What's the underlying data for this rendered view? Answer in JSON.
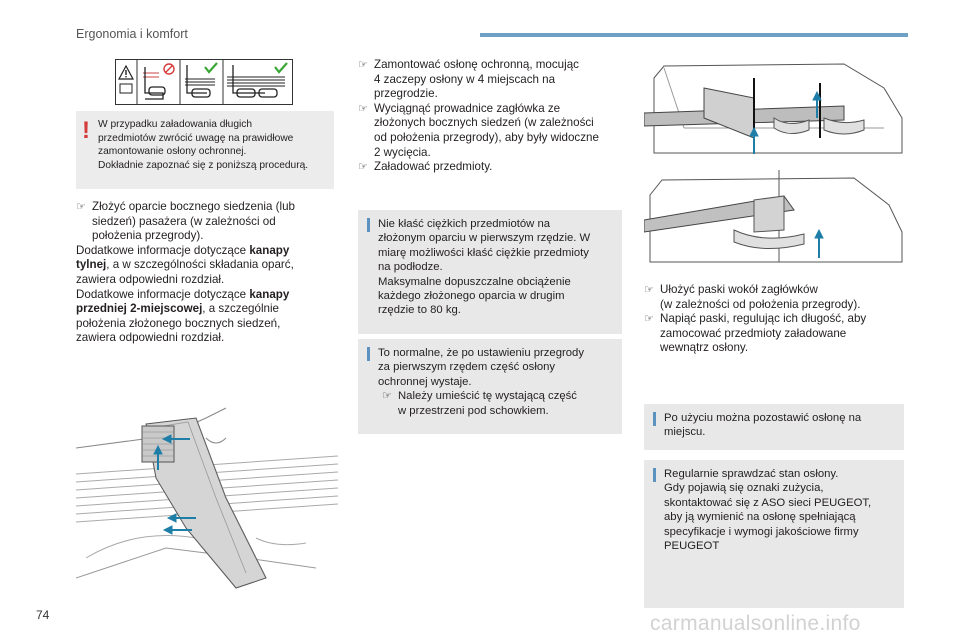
{
  "header": {
    "section_title": "Ergonomia i komfort"
  },
  "page_number": "74",
  "watermark": "carmanualsonline.info",
  "warning_note": {
    "lines": [
      "W przypadku załadowania długich",
      "przedmiotów zwrócić uwagę na prawidłowe",
      "zamontowanie osłony ochronnej.",
      "Dokładnie zapoznać się z poniższą procedurą."
    ]
  },
  "left_column": {
    "step1": [
      "Złożyć oparcie bocznego siedzenia (lub",
      "siedzeń) pasażera (w zależności od",
      "położenia przegrody)."
    ],
    "para1_prefix": "Dodatkowe informacje dotyczące ",
    "para1_bold": "kanapy",
    "para1_bold2": "tylnej",
    "para1_rest": ", a w szczególności składania oparć,",
    "para1_line3": "zawiera odpowiedni rozdział.",
    "para2_prefix": "Dodatkowe informacje dotyczące ",
    "para2_bold": "kanapy",
    "para2_bold2": "przedniej 2-miejscowej",
    "para2_rest": ", a szczególnie",
    "para2_line3": "położenia złożonego bocznych siedzeń,",
    "para2_line4": "zawiera odpowiedni rozdział."
  },
  "middle_column": {
    "step2": [
      "Zamontować osłonę ochronną, mocując",
      "4 zaczepy osłony w 4 miejscach na",
      "przegrodzie."
    ],
    "step3": [
      "Wyciągnąć prowadnice zagłówka ze",
      "złożonych bocznych siedzeń (w zależności",
      "od położenia przegrody), aby były widoczne",
      "2 wycięcia."
    ],
    "step4": [
      "Załadować przedmioty."
    ],
    "note1": [
      "Nie kłaść ciężkich przedmiotów na",
      "złożonym oparciu w pierwszym rzędzie. W",
      "miarę możliwości kłaść ciężkie przedmioty",
      "na podłodze.",
      "Maksymalne dopuszczalne obciążenie",
      "każdego złożonego oparcia w drugim",
      "rzędzie to 80 kg."
    ],
    "note2": [
      "To normalne, że po ustawieniu przegrody",
      "za pierwszym rzędem część osłony",
      "ochronnej wystaje."
    ],
    "note2_step": [
      "Należy umieścić tę wystającą część",
      "w przestrzeni pod schowkiem."
    ]
  },
  "right_column": {
    "step5": [
      "Ułożyć paski wokół zagłówków",
      "(w zależności od położenia przegrody)."
    ],
    "step6": [
      "Napiąć paski, regulując ich długość, aby",
      "zamocować przedmioty załadowane",
      "wewnątrz osłony."
    ],
    "note3": [
      "Po użyciu można pozostawić osłonę na",
      "miejscu."
    ],
    "note4": [
      "Regularnie sprawdzać stan osłony.",
      "Gdy pojawią się oznaki zużycia,",
      "skontaktować się z ASO sieci PEUGEOT,",
      "aby ją wymienić na osłonę spełniającą",
      "specyfikacje i wymogi jakościowe firmy",
      "PEUGEOT"
    ]
  },
  "bullet_glyph": "",
  "colors": {
    "accent": "#6ea1c6",
    "note_bg": "#e8e8e8",
    "warning": "#d63b3b",
    "arrow": "#1e7ea8",
    "check": "#3aa635"
  }
}
